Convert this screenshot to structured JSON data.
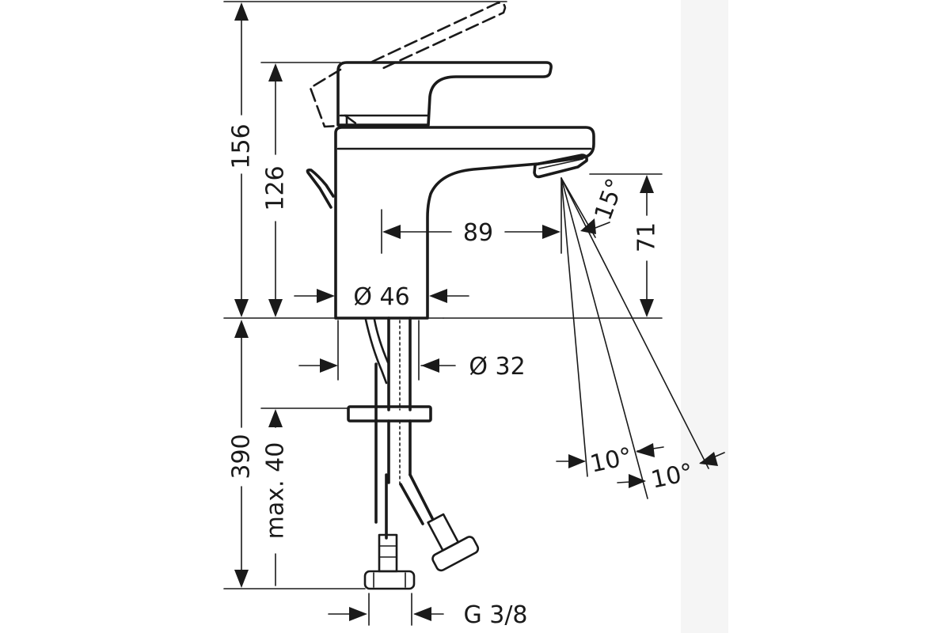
{
  "dimensions": {
    "overall_height": "156",
    "body_height": "126",
    "spout_height": "71",
    "spout_reach": "89",
    "spray_angle": "15°",
    "base_diameter": "Ø 46",
    "shank_diameter": "Ø 32",
    "below_deck_length": "390",
    "max_deck_thickness": "max. 40",
    "swivel_angle_1": "10°",
    "swivel_angle_2": "10°",
    "connection_thread": "G 3/8"
  },
  "colors": {
    "line": "#1a1a1a",
    "background": "#ffffff"
  }
}
